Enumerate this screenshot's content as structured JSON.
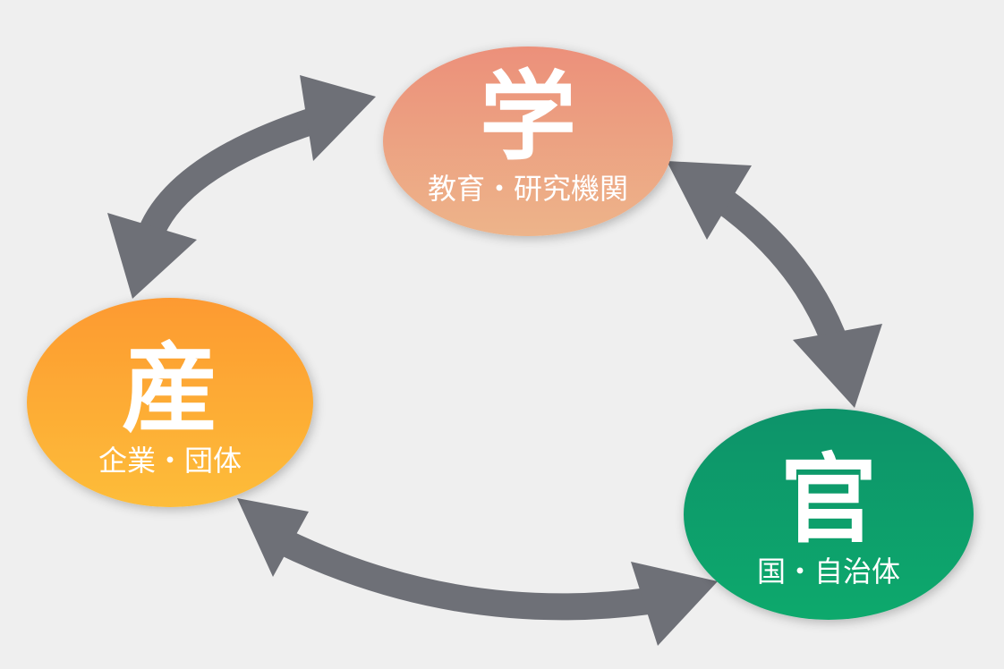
{
  "nodes": {
    "gaku": {
      "title": "学",
      "subtitle": "教育・研究機関",
      "color_top": "#ec907a",
      "color_bottom": "#edb48a"
    },
    "san": {
      "title": "産",
      "subtitle": "企業・団体",
      "color_top": "#fd9a30",
      "color_bottom": "#fdbd3a"
    },
    "kan": {
      "title": "官",
      "subtitle": "国・自治体",
      "color_top": "#10936b",
      "color_bottom": "#11a96c"
    }
  },
  "colors": {
    "arrow": "#6e7077",
    "background": "#efefef"
  }
}
